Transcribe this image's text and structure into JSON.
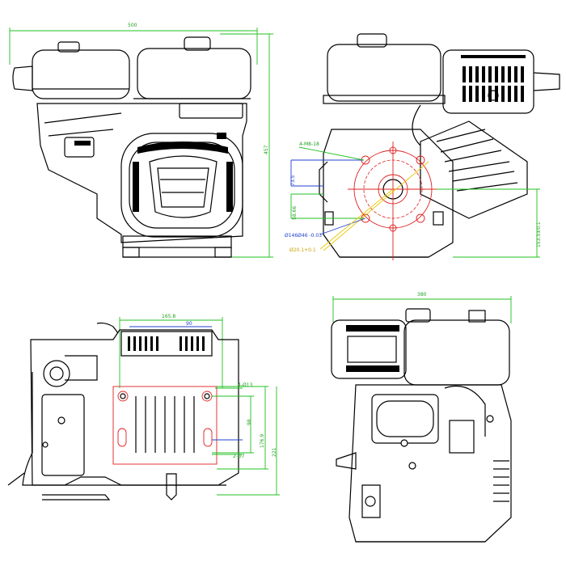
{
  "views": {
    "front": {
      "dims": {
        "width": "500",
        "height": "457"
      }
    },
    "side": {
      "dims": {
        "callout_top": "4-M8-18",
        "callout_mid": "73.5",
        "callout_low": "58.66",
        "callout_bolt_circle": "Ø146Ø46 -0.03",
        "callout_bore": "Ø20.1+0.1",
        "shaft_height": "153.5±0.1"
      }
    },
    "bottom": {
      "dims": {
        "span_outer": "165.8",
        "span_inner": "90",
        "hole_pattern": "4-Ø13",
        "height_a": "98",
        "height_b": "176.9",
        "height_c": "221",
        "foot": "2-Ø7"
      }
    },
    "rear": {
      "dims": {
        "width": "380"
      }
    }
  }
}
